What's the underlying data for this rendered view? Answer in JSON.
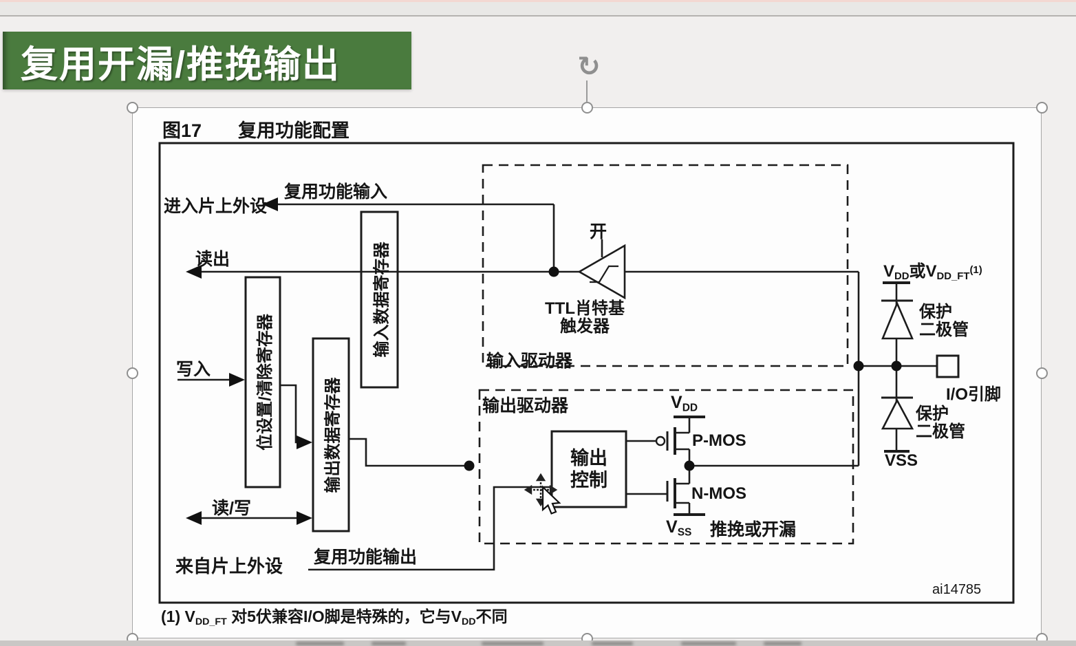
{
  "slide": {
    "title": "复用开漏/推挽输出"
  },
  "selection": {
    "rotate_icon_glyph": "↻"
  },
  "figure": {
    "caption_no": "图17",
    "caption_title": "复用功能配置",
    "watermark": "ai14785",
    "footnote": {
      "pre": "(1) V",
      "sub1": "DD_FT",
      "mid": " 对5伏兼容I/O脚是特殊的，它与V",
      "sub2": "DD",
      "post": "不同"
    },
    "registers": {
      "input_data_reg": "输入数据寄存器",
      "bit_set_clear_reg": "位设置/清除寄存器",
      "output_data_reg": "输出数据寄存器"
    },
    "labels": {
      "to_peripheral": "进入片上外设",
      "af_input": "复用功能输入",
      "read": "读出",
      "write": "写入",
      "read_write": "读/写",
      "from_peripheral": "来自片上外设",
      "af_output": "复用功能输出",
      "input_driver": "输入驱动器",
      "on": "开",
      "ttl_line1": "TTL肖特基",
      "ttl_line2": "触发器",
      "output_driver": "输出驱动器",
      "output_control_line1": "输出",
      "output_control_line2": "控制",
      "pmos": "P-MOS",
      "nmos": "N-MOS",
      "vdd_v": "V",
      "vdd_sub": "DD",
      "vss_v": "V",
      "vss_sub": "SS",
      "push_pull": "推挽或开漏",
      "rail_v1": "V",
      "rail_s1": "DD",
      "rail_or": "或",
      "rail_v2": "V",
      "rail_s2": "DD_FT",
      "rail_sup": "(1)",
      "vss_rail": "VSS",
      "diode1_line1": "保护",
      "diode1_line2": "二极管",
      "diode2_line1": "保护",
      "diode2_line2": "二极管",
      "io_pin": "I/O引脚"
    }
  }
}
